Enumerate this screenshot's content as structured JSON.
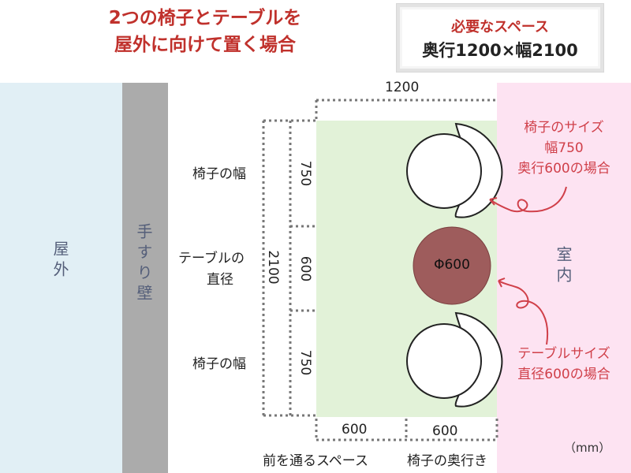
{
  "header": {
    "title_line1": "2つの椅子とテーブルを",
    "title_line2": "屋外に向けて置く場合",
    "required_label": "必要なスペース",
    "required_value": "奥行1200×幅2100"
  },
  "areas": {
    "outdoor": "屋外",
    "wall": "手すり壁",
    "indoor": "室内"
  },
  "dimensions": {
    "total_depth": "1200",
    "total_width": "2100",
    "chair_width_top": "750",
    "table_diameter": "600",
    "chair_width_bottom": "750",
    "front_space": "600",
    "chair_depth": "600"
  },
  "labels": {
    "chair_width_top": "椅子の幅",
    "table_diameter_line1": "テーブルの",
    "table_diameter_line2": "直径",
    "chair_width_bottom": "椅子の幅",
    "front_space": "前を通るスペース",
    "chair_depth": "椅子の奥行き",
    "table_mark": "Φ600",
    "unit": "（mm）"
  },
  "callouts": {
    "chair_line1": "椅子のサイズ",
    "chair_line2": "幅750",
    "chair_line3": "奥行600の場合",
    "table_line1": "テーブルサイズ",
    "table_line2": "直径600の場合"
  },
  "colors": {
    "title_red": "#c0312c",
    "callout_red": "#d0404a",
    "outdoor_blue": "#e1eff5",
    "wall_gray": "#ababab",
    "indoor_pink": "#fde3f2",
    "floor_green": "#e2f2d8",
    "table_brown": "#9e5c5c"
  }
}
